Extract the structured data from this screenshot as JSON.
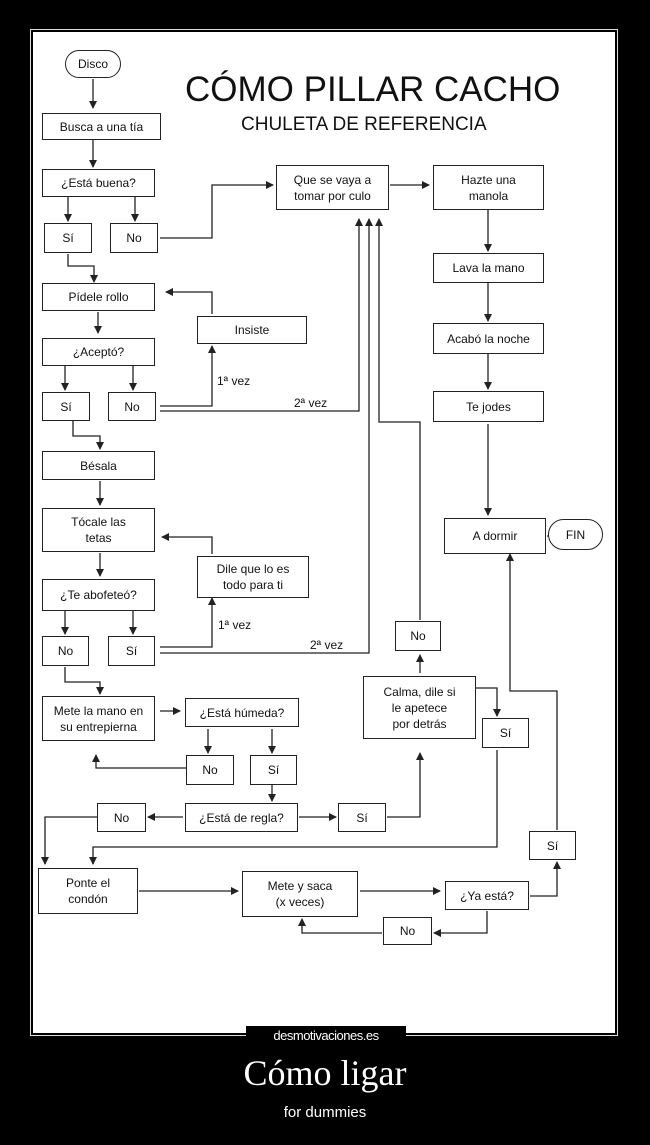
{
  "header": {
    "title": "CÓMO PILLAR CACHO",
    "subtitle": "CHULETA DE REFERENCIA"
  },
  "nodes": {
    "disco": "Disco",
    "busca": "Busca a una tía",
    "esta_buena": "¿Está buena?",
    "si1": "Sí",
    "no1": "No",
    "que_se_vaya": "Que se vaya a\ntomar por culo",
    "hazte": "Hazte una\nmanola",
    "lava": "Lava la mano",
    "acabo": "Acabó la noche",
    "te_jodes": "Te jodes",
    "a_dormir": "A dormir",
    "fin": "FIN",
    "pidele": "Pídele rollo",
    "insiste": "Insiste",
    "acepto": "¿Aceptó?",
    "si2": "Sí",
    "no2": "No",
    "besala": "Bésala",
    "tocale": "Tócale las\ntetas",
    "dile": "Dile que lo es\ntodo para ti",
    "abofeteo": "¿Te abofeteó?",
    "no3": "No",
    "si3": "Sí",
    "no_top": "No",
    "calma": "Calma, dile si\nle apetece\npor detrás",
    "si_calma": "Sí",
    "mete_mano": "Mete la mano en\nsu entrepierna",
    "humeda": "¿Está húmeda?",
    "no4": "No",
    "si4": "Sí",
    "no5": "No",
    "regla": "¿Está de regla?",
    "si5": "Sí",
    "si6": "Sí",
    "ponte": "Ponte el\ncondón",
    "mete_saca": "Mete y saca\n(x veces)",
    "ya_esta": "¿Ya está?",
    "no6": "No"
  },
  "edge_labels": {
    "vez1a": "1ª vez",
    "vez2a": "2ª vez",
    "vez1b": "1ª vez",
    "vez2b": "2ª vez"
  },
  "branding": "desmotivaciones.es",
  "caption": {
    "title": "Cómo ligar",
    "subtitle": "for dummies"
  }
}
